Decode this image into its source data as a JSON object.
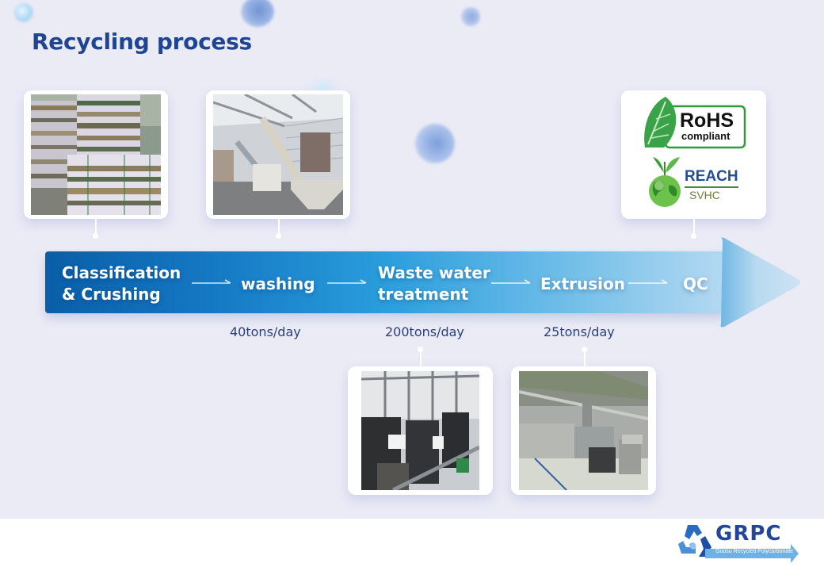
{
  "slide": {
    "title": "Recycling process",
    "steps": [
      {
        "label_line1": "Classification",
        "label_line2": "& Crushing"
      },
      {
        "label_line1": "washing"
      },
      {
        "label_line1": "Waste water",
        "label_line2": "treatment"
      },
      {
        "label_line1": "Extrusion"
      },
      {
        "label_line1": "QC"
      }
    ],
    "capacities": [
      {
        "step": "washing",
        "value": "40tons/day"
      },
      {
        "step": "Waste water treatment",
        "value": "200tons/day"
      },
      {
        "step": "Extrusion",
        "value": "25tons/day"
      }
    ],
    "photos": [
      {
        "name": "classification-photo",
        "subject": "Stacked bales of plastic sheets"
      },
      {
        "name": "washing-photo",
        "subject": "Washing line with screw conveyor"
      },
      {
        "name": "waste-water-photo",
        "subject": "Waste water treatment tanks"
      },
      {
        "name": "extrusion-photo",
        "subject": "Extrusion production line"
      }
    ],
    "certifications": {
      "rohs_title": "RoHS",
      "rohs_subtitle": "compliant",
      "reach_title": "REACH",
      "reach_subtitle": "SVHC"
    }
  },
  "footer": {
    "logo_text": "GRPC",
    "logo_tagline": "Guosu Recycled Polycarbonate"
  },
  "colors": {
    "title": "#1f4592",
    "background": "#ebebf6",
    "arrow_start": "#0a5ea8",
    "arrow_end": "#b5d9f1",
    "rate_text": "#2b3f7a"
  }
}
